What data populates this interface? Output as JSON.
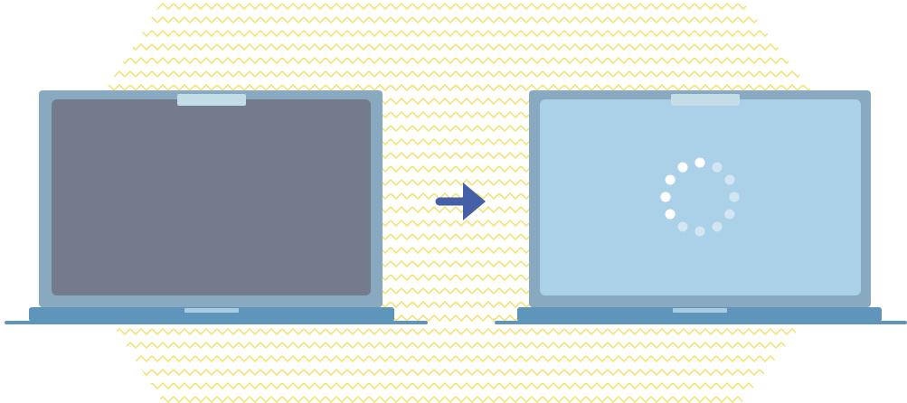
{
  "scene": {
    "background_color": "#ffffff",
    "pattern": {
      "name": "zigzag-pattern",
      "color": "#f3e37a"
    },
    "laptop_before": {
      "state": "screen-off",
      "frame_color": "#88a9c0",
      "screen_color": "#737b8c",
      "camera_notch_color": "#c3dce6",
      "base_color": "#5f94bb",
      "base_notch_color": "#a9cde2"
    },
    "transition_arrow": {
      "icon": "arrow-right-icon",
      "color": "#4560a6"
    },
    "laptop_after": {
      "state": "loading",
      "frame_color": "#88a9c0",
      "screen_color": "#abd1e8",
      "camera_notch_color": "#c3dce6",
      "base_color": "#5f94bb",
      "base_notch_color": "#a9cde2",
      "spinner": {
        "icon": "loading-spinner-icon",
        "dots": 12,
        "active_dots": 5,
        "active_color": "#ffffff",
        "inactive_color": "#d2e6f2"
      }
    }
  }
}
